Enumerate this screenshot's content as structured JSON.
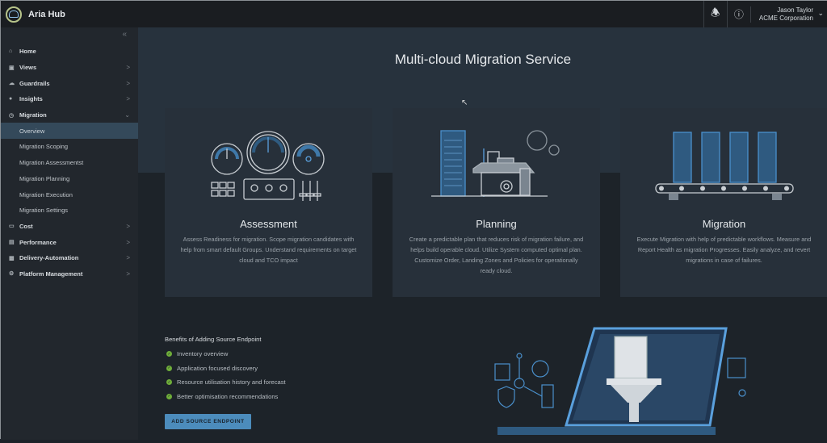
{
  "header": {
    "app_name": "Aria Hub",
    "user_name": "Jason Taylor",
    "org": "ACME Corporation",
    "icons": [
      "bell-icon",
      "help-icon",
      "chevron-down-icon"
    ]
  },
  "sidebar": {
    "collapse_icon": "double-chevron-left-icon",
    "items": [
      {
        "label": "Home",
        "icon": "home-icon"
      },
      {
        "label": "Views",
        "icon": "map-icon"
      },
      {
        "label": "Guardrails",
        "icon": "cloud-icon"
      },
      {
        "label": "Insights",
        "icon": "insights-icon"
      },
      {
        "label": "Migration",
        "icon": "clock-icon",
        "expanded": true
      }
    ],
    "sub_items": [
      {
        "label": "Overview",
        "active": true
      },
      {
        "label": "Migration Scoping"
      },
      {
        "label": "Migration Assessmentst"
      },
      {
        "label": "Migration Planning"
      },
      {
        "label": "Migration Execution"
      },
      {
        "label": "Migration Settings"
      }
    ],
    "items_after": [
      {
        "label": "Cost",
        "icon": "cost-icon"
      },
      {
        "label": "Performance",
        "icon": "chart-icon"
      },
      {
        "label": "Delivery-Automation",
        "icon": "truck-icon"
      },
      {
        "label": "Platform Management",
        "icon": "gear-icon"
      }
    ]
  },
  "main": {
    "title": "Multi-cloud Migration Service",
    "cards": [
      {
        "title": "Assessment",
        "text": "Assess Readiness for migration. Scope migration candidates with help from smart default Groups. Understand requirements on target cloud and TCO impact"
      },
      {
        "title": "Planning",
        "text": "Create a predictable plan that reduces risk of migration failure, and helps build operable cloud. Utilize System computed optimal plan. Customize Order, Landing Zones and Policies for operationally ready cloud."
      },
      {
        "title": "Migration",
        "text": "Execute Migration with help of predictable workflows. Measure and Report Health as migration Progresses. Easily analyze, and revert migrations in case of failures."
      }
    ],
    "benefits": {
      "title": "Benefits of Adding Source Endpoint",
      "items": [
        "Inventory overview",
        "Application focused discovery",
        "Resource utilisation history and forecast",
        "Better optimisation recommendations"
      ]
    },
    "button_label": "ADD SOURCE ENDPOINT"
  },
  "colors": {
    "accent": "#4c8cbc",
    "check": "#6fae3a",
    "active_nav": "#34495a"
  }
}
